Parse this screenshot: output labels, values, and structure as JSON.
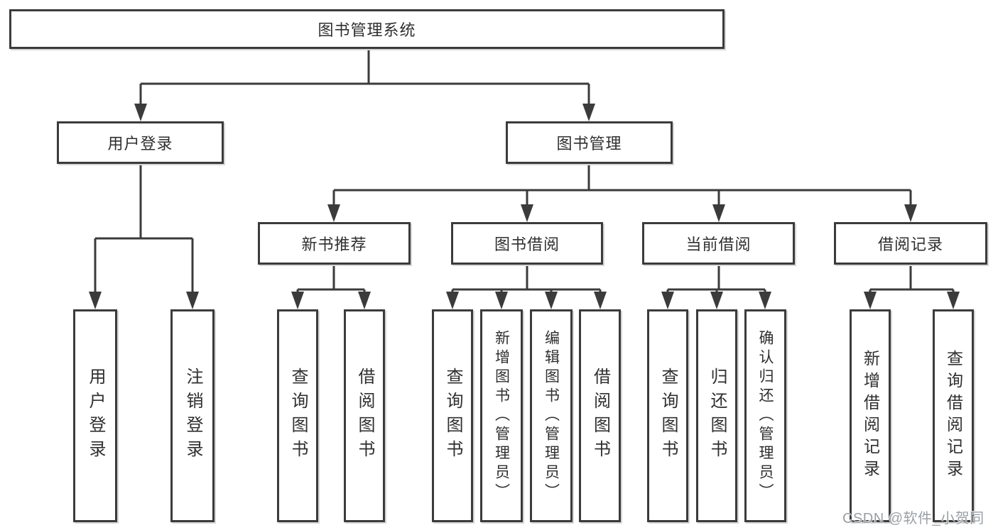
{
  "colors": {
    "line": "#3b3b3b",
    "text": "#2f2f2f",
    "box_background": "#ffffff",
    "watermark": "#9aa0a6",
    "background": "#ffffff"
  },
  "tree": {
    "root": {
      "label": "图书管理系统"
    },
    "children": [
      {
        "label": "用户登录",
        "children": [
          {
            "label": "用户登录"
          },
          {
            "label": "注销登录"
          }
        ]
      },
      {
        "label": "图书管理",
        "children": [
          {
            "label": "新书推荐",
            "children": [
              {
                "label": "查询图书"
              },
              {
                "label": "借阅图书"
              }
            ]
          },
          {
            "label": "图书借阅",
            "children": [
              {
                "label": "查询图书"
              },
              {
                "label": "新增图书（管理员）"
              },
              {
                "label": "编辑图书（管理员）"
              },
              {
                "label": "借阅图书"
              }
            ]
          },
          {
            "label": "当前借阅",
            "children": [
              {
                "label": "查询图书"
              },
              {
                "label": "归还图书"
              },
              {
                "label": "确认归还（管理员）"
              }
            ]
          },
          {
            "label": "借阅记录",
            "children": [
              {
                "label": "新增借阅记录"
              },
              {
                "label": "查询借阅记录"
              }
            ]
          }
        ]
      }
    ]
  },
  "watermark": {
    "text": "CSDN @软件_小贺同学"
  }
}
